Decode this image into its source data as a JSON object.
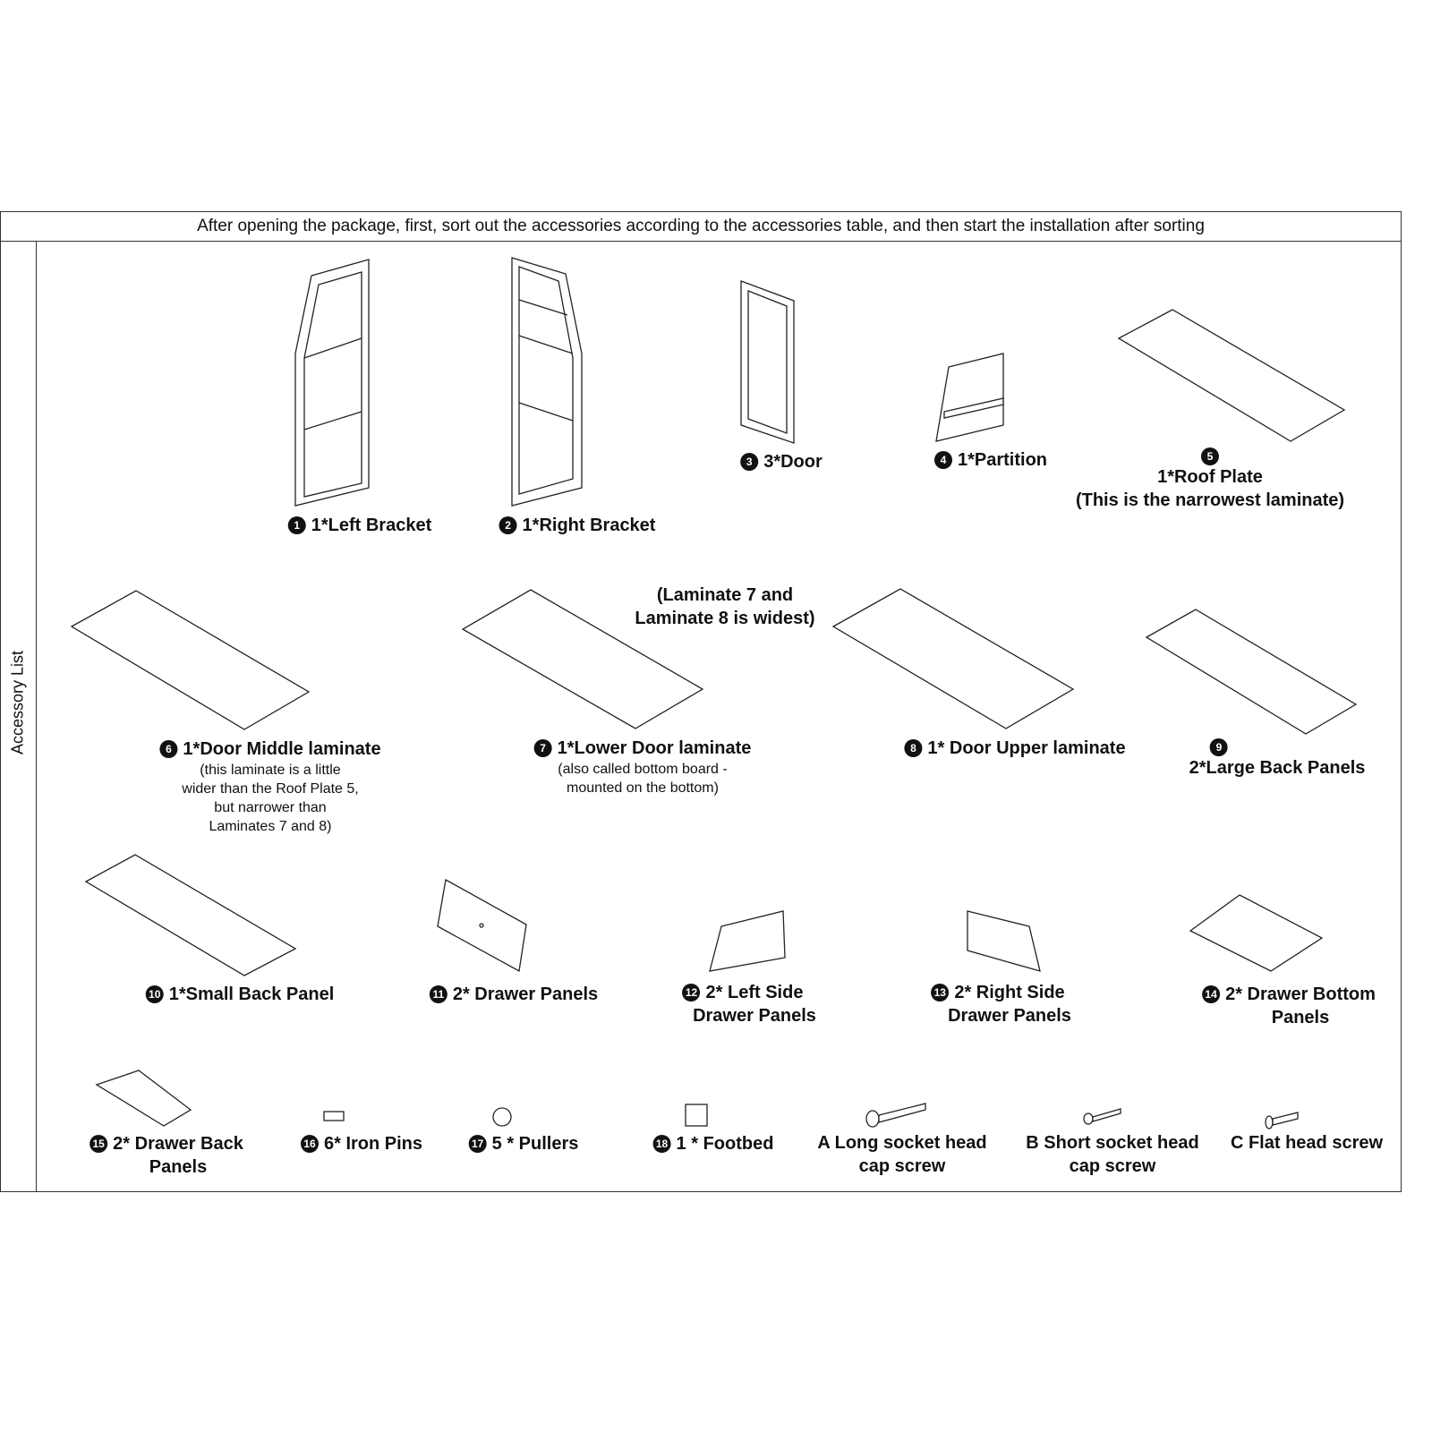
{
  "header": "After opening the package, first, sort out the accessories according to the accessories table, and then start the installation after sorting",
  "side_label": "Accessory List",
  "widest_note": [
    "(Laminate 7 and",
    "Laminate 8 is widest)"
  ],
  "items": [
    {
      "badge": "1",
      "label": "1*Left Bracket"
    },
    {
      "badge": "2",
      "label": "1*Right Bracket"
    },
    {
      "badge": "3",
      "label": "3*Door"
    },
    {
      "badge": "4",
      "label": "1*Partition"
    },
    {
      "badge": "5",
      "label": "1*Roof Plate",
      "note": "(This is the narrowest laminate)"
    },
    {
      "badge": "6",
      "label": "1*Door Middle laminate",
      "note": [
        "(this laminate is a little",
        "wider than the Roof Plate 5,",
        "but narrower than",
        "Laminates 7 and 8)"
      ]
    },
    {
      "badge": "7",
      "label": "1*Lower Door laminate",
      "note": [
        "(also called bottom board -",
        "mounted on the bottom)"
      ]
    },
    {
      "badge": "8",
      "label": "1* Door Upper laminate"
    },
    {
      "badge": "9",
      "label": "2*Large Back Panels"
    },
    {
      "badge": "10",
      "label": "1*Small Back Panel"
    },
    {
      "badge": "11",
      "label": "2* Drawer Panels"
    },
    {
      "badge": "12",
      "label": [
        "2* Left Side",
        "Drawer Panels"
      ]
    },
    {
      "badge": "13",
      "label": [
        "2* Right Side",
        "Drawer Panels"
      ]
    },
    {
      "badge": "14",
      "label": [
        "2* Drawer Bottom",
        "Panels"
      ]
    },
    {
      "badge": "15",
      "label": [
        "2* Drawer Back",
        "Panels"
      ]
    },
    {
      "badge": "16",
      "label": "6* Iron Pins"
    },
    {
      "badge": "17",
      "label": "5 * Pullers"
    },
    {
      "badge": "18",
      "label": "1 * Footbed"
    },
    {
      "badge": "",
      "label": [
        "A Long socket head",
        "cap screw"
      ]
    },
    {
      "badge": "",
      "label": [
        "B Short socket head",
        "cap screw"
      ]
    },
    {
      "badge": "",
      "label": "C Flat head screw"
    }
  ]
}
